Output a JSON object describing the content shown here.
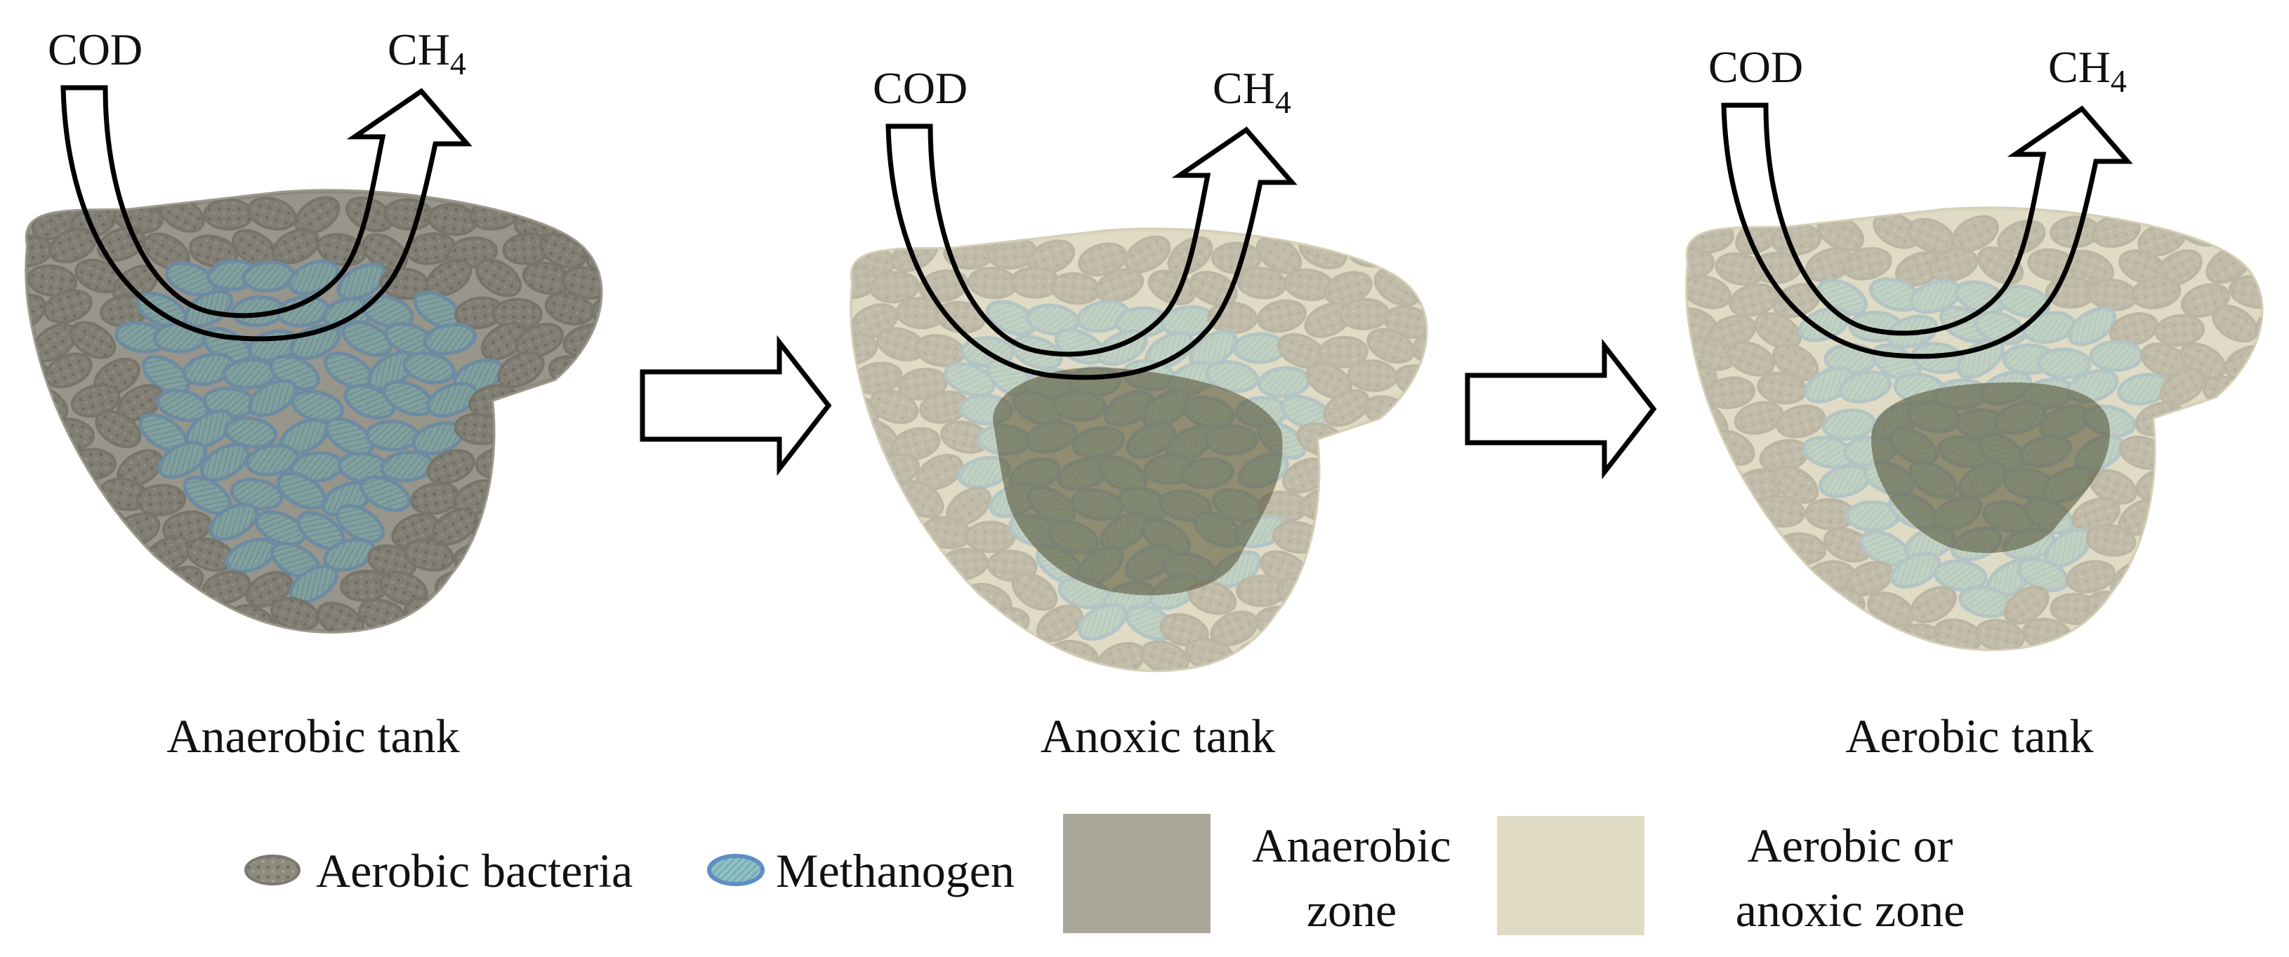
{
  "panels": [
    {
      "caption": "Anaerobic tank",
      "input_label": "COD",
      "output_label": "CH",
      "output_subscript": "4",
      "anaerobic_core": "full"
    },
    {
      "caption": "Anoxic tank",
      "input_label": "COD",
      "output_label": "CH",
      "output_subscript": "4",
      "anaerobic_core": "medium"
    },
    {
      "caption": "Aerobic tank",
      "input_label": "COD",
      "output_label": "CH",
      "output_subscript": "4",
      "anaerobic_core": "small"
    }
  ],
  "legend": {
    "aerobic_bacteria": "Aerobic bacteria",
    "methanogen": "Methanogen",
    "anaerobic_zone_line1": "Anaerobic",
    "anaerobic_zone_line2": "zone",
    "aerobic_zone_line1": "Aerobic or",
    "aerobic_zone_line2": "anoxic zone"
  },
  "colors": {
    "anaerobic_zone": "#a9a79a",
    "aerobic_zone": "#e0dbc4",
    "bacteria": "#8f8c80",
    "methanogen": "#86b8c8"
  }
}
